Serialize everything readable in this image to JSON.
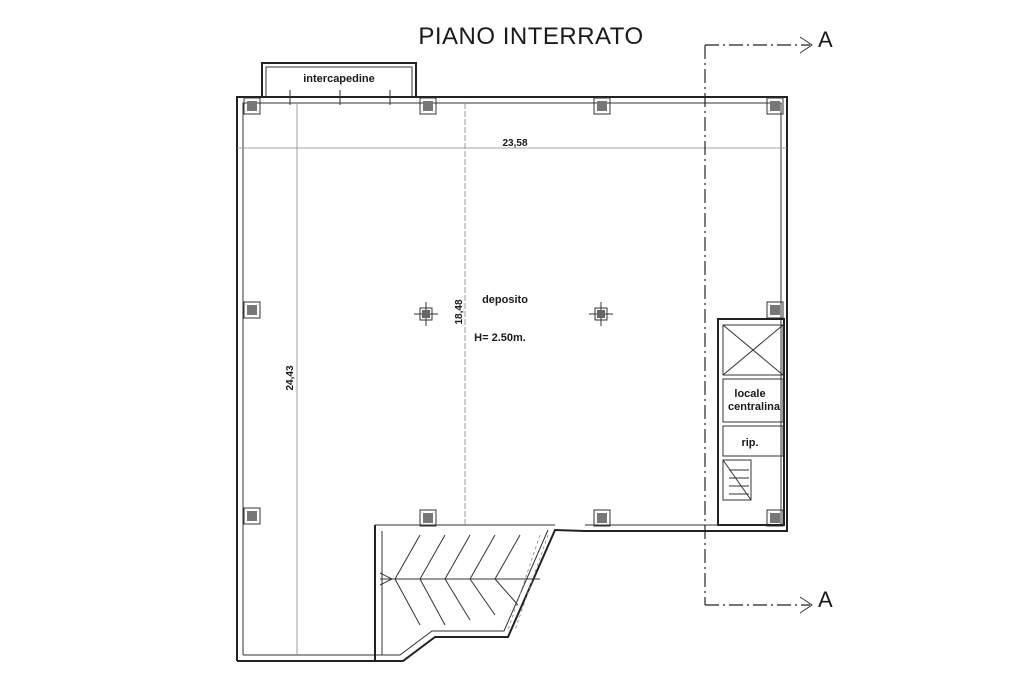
{
  "title": "PIANO INTERRATO",
  "labels": {
    "intercapedine": "intercapedine",
    "deposito": "deposito",
    "height": "H= 2.50m.",
    "locale": "locale",
    "centralina": "centralina",
    "rip": "rip."
  },
  "dimensions": {
    "width_top": "23,58",
    "height_left": "24,43",
    "height_center": "18,48"
  },
  "section_marker": "A"
}
